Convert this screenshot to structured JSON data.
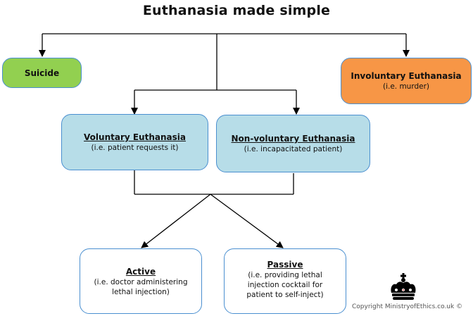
{
  "title": "Euthanasia made simple",
  "nodes": {
    "suicide": {
      "label": "Suicide"
    },
    "involuntary": {
      "label": "Involuntary Euthanasia",
      "sub": "(i.e. murder)"
    },
    "voluntary": {
      "label": "Voluntary Euthanasia",
      "sub": "(i.e. patient requests it)"
    },
    "nonvoluntary": {
      "label": "Non-voluntary Euthanasia",
      "sub": "(i.e. incapacitated patient)"
    },
    "active": {
      "label": "Active",
      "sub_lines": [
        "(i.e. doctor administering",
        "lethal injection)"
      ]
    },
    "passive": {
      "label": "Passive",
      "sub_lines": [
        "(i.e. providing lethal",
        "injection cocktail for",
        "patient to self-inject)"
      ]
    }
  },
  "colors": {
    "suicide": "#92d050",
    "involuntary": "#f79646",
    "voluntary_nonvoluntary": "#b7dde8",
    "border": "#4a8fd0"
  },
  "footer": {
    "logo_icon": "crown-icon",
    "copyright": "Copyright MinistryofEthics.co.uk ©"
  }
}
